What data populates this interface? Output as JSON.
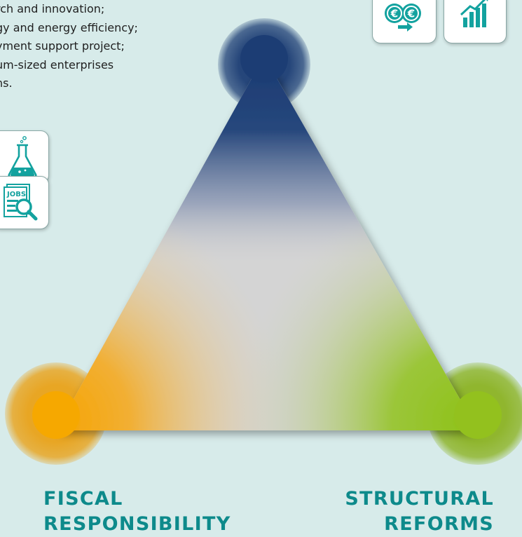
{
  "bullet_list": [
    "rch and innovation;",
    "gy and energy efficiency;",
    "yment support project;",
    "um-sized enterprises",
    "ns."
  ],
  "labels": {
    "fiscal_line1": "FISCAL",
    "fiscal_line2": "RESPONSIBILITY",
    "structural_line1": "STRUCTURAL",
    "structural_line2": "REFORMS"
  },
  "icons": {
    "euro_exchange": "euro-exchange-icon",
    "growth_chart": "growth-chart-icon",
    "lab_flask": "lab-flask-icon",
    "jobs_search": "jobs-search-icon",
    "jobs_text": "JOBS"
  },
  "colors": {
    "background": "#d7ebea",
    "teal_accent": "#0d8a8b",
    "top_vertex_blue": "#1c3d74",
    "bottom_left_orange": "#f6a800",
    "bottom_right_green": "#93c11e",
    "center_grey": "#d4d4d4"
  }
}
